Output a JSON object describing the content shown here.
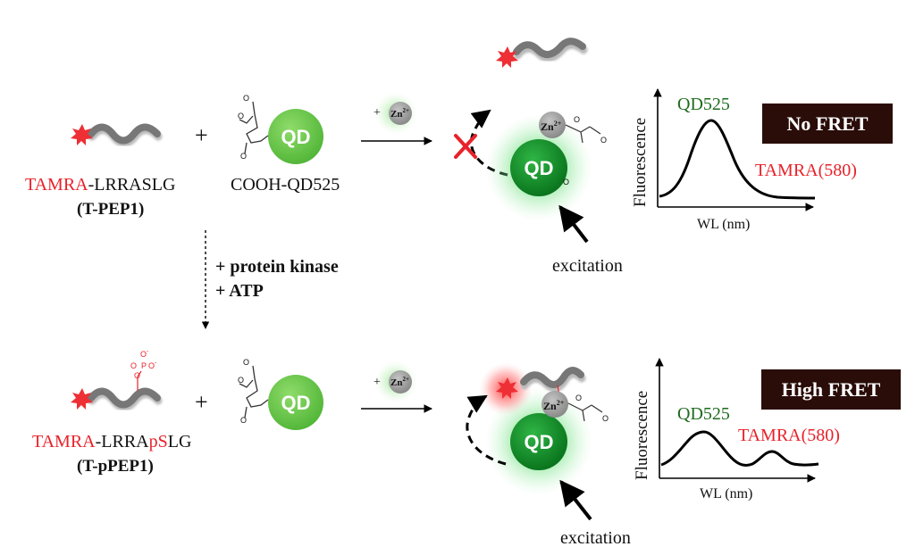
{
  "top": {
    "peptide_label": {
      "dye": "TAMRA",
      "rest": "-LRRASLG"
    },
    "peptide_code": "(T-PEP1)",
    "plus": "+",
    "qd_text": "QD",
    "qd_label": "COOH-QD525",
    "zn_plus": "+",
    "zn_text": "Zn",
    "zn_sup": "2+",
    "o_minus": "O",
    "minus": "-",
    "result_box": "No FRET",
    "excitation": "excitation",
    "spectrum": {
      "ylabel": "Fluorescence",
      "xlabel": "WL (nm)",
      "qd_peak_label": "QD525",
      "dye_peak_label": "TAMRA(580)"
    }
  },
  "middle": {
    "reagent_1": "+ protein kinase",
    "reagent_2": "+ ATP"
  },
  "bottom": {
    "peptide_label": {
      "dye": "TAMRA",
      "mid": "-LRRA",
      "phospho": "pS",
      "end": "LG"
    },
    "peptide_code": "(T-pPEP1)",
    "plus": "+",
    "qd_text": "QD",
    "zn_plus": "+",
    "zn_text": "Zn",
    "zn_sup": "2+",
    "phosphate": {
      "o": "O",
      "p": "P",
      "minus": "-"
    },
    "result_box": "High FRET",
    "excitation": "excitation",
    "spectrum": {
      "ylabel": "Fluorescence",
      "xlabel": "WL (nm)",
      "qd_peak_label": "QD525",
      "dye_peak_label": "TAMRA(580)"
    }
  },
  "colors": {
    "tamra_red": "#e8222a",
    "qd_light_green": "#6cc94a",
    "qd_dark_green": "#0f8a1f",
    "label_green": "#1e6b1e",
    "zn_gray": "#9a9a9a",
    "box_brown": "#2a0d08",
    "peptide_gray": "#7a7a7a"
  }
}
